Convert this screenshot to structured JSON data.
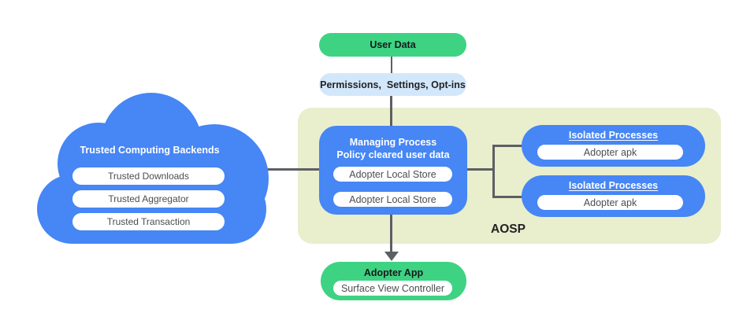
{
  "flow": {
    "user_data_label": "User Data",
    "permissions_label": "Permissions,  Settings, Opt-ins"
  },
  "cloud": {
    "title": "Trusted Computing Backends",
    "items": [
      "Trusted Downloads",
      "Trusted Aggregator",
      "Trusted Transaction"
    ]
  },
  "aosp": {
    "label": "AOSP",
    "managing_process": {
      "title_line1": "Managing Process",
      "title_line2": "Policy cleared user data",
      "stores": [
        "Adopter Local Store",
        "Adopter Local Store"
      ]
    },
    "isolated_processes": [
      {
        "title": "Isolated Processes",
        "apk": "Adopter apk"
      },
      {
        "title": "Isolated Processes",
        "apk": "Adopter apk"
      }
    ]
  },
  "adopter_app": {
    "title": "Adopter App",
    "controller": "Surface View Controller"
  },
  "colors": {
    "blue": "#4686f5",
    "green": "#3dd383",
    "light_blue": "#d3e7fb",
    "aosp_background": "#e9eecd",
    "connector_gray": "#5c5f63",
    "white": "#ffffff"
  }
}
